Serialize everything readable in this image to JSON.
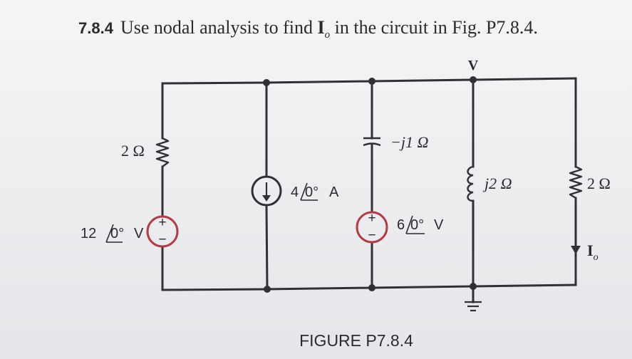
{
  "problem": {
    "number": "7.8.4",
    "text_before": "Use nodal analysis to find ",
    "unknown_symbol": "I",
    "unknown_subscript": "o",
    "text_after": " in the circuit in Fig. P7.8.4."
  },
  "figure": {
    "caption": "FIGURE P7.8.4",
    "node_label": "V",
    "components": {
      "left_resistor": {
        "label": "2 Ω"
      },
      "left_source": {
        "magnitude": "12",
        "angle": "0°",
        "unit": "V",
        "plus": "+",
        "minus": "−"
      },
      "current_source": {
        "magnitude": "4",
        "angle": "0°",
        "unit": "A"
      },
      "capacitor": {
        "label": "−j1 Ω"
      },
      "middle_source": {
        "magnitude": "6",
        "angle": "0°",
        "unit": "V",
        "plus": "+",
        "minus": "−"
      },
      "inductor": {
        "label": "j2 Ω"
      },
      "right_resistor": {
        "label": "2 Ω"
      },
      "output_current": {
        "symbol": "I",
        "subscript": "o"
      }
    }
  },
  "colors": {
    "wire": "#2f3136",
    "source_ring": "#b53a43",
    "text": "#2a2a2f"
  }
}
